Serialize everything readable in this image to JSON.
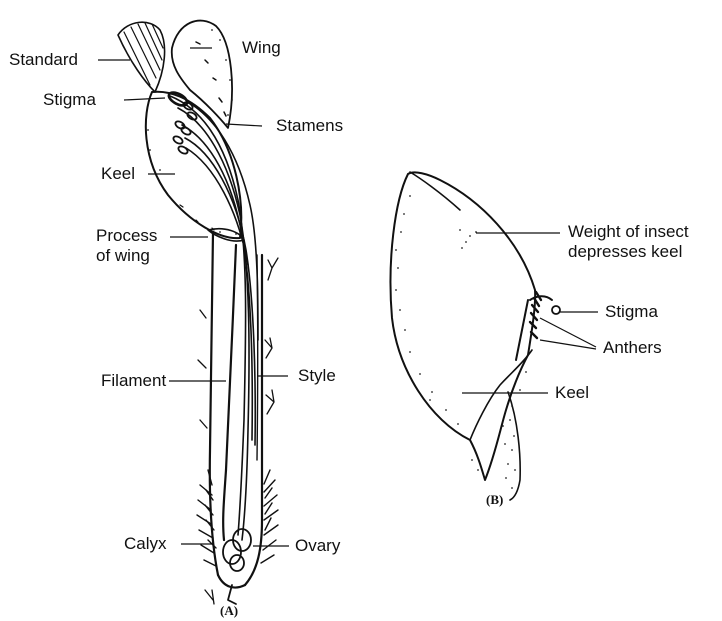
{
  "figure_a": {
    "caption": "(A)",
    "labels": {
      "standard": "Standard",
      "wing": "Wing",
      "stigma": "Stigma",
      "stamens": "Stamens",
      "keel": "Keel",
      "process_of_wing_line1": "Process",
      "process_of_wing_line2": "of wing",
      "filament": "Filament",
      "style": "Style",
      "calyx": "Calyx",
      "ovary": "Ovary"
    }
  },
  "figure_b": {
    "caption": "(B)",
    "labels": {
      "weight_line1": "Weight of insect",
      "weight_line2": "depresses keel",
      "stigma": "Stigma",
      "anthers": "Anthers",
      "keel": "Keel"
    }
  }
}
